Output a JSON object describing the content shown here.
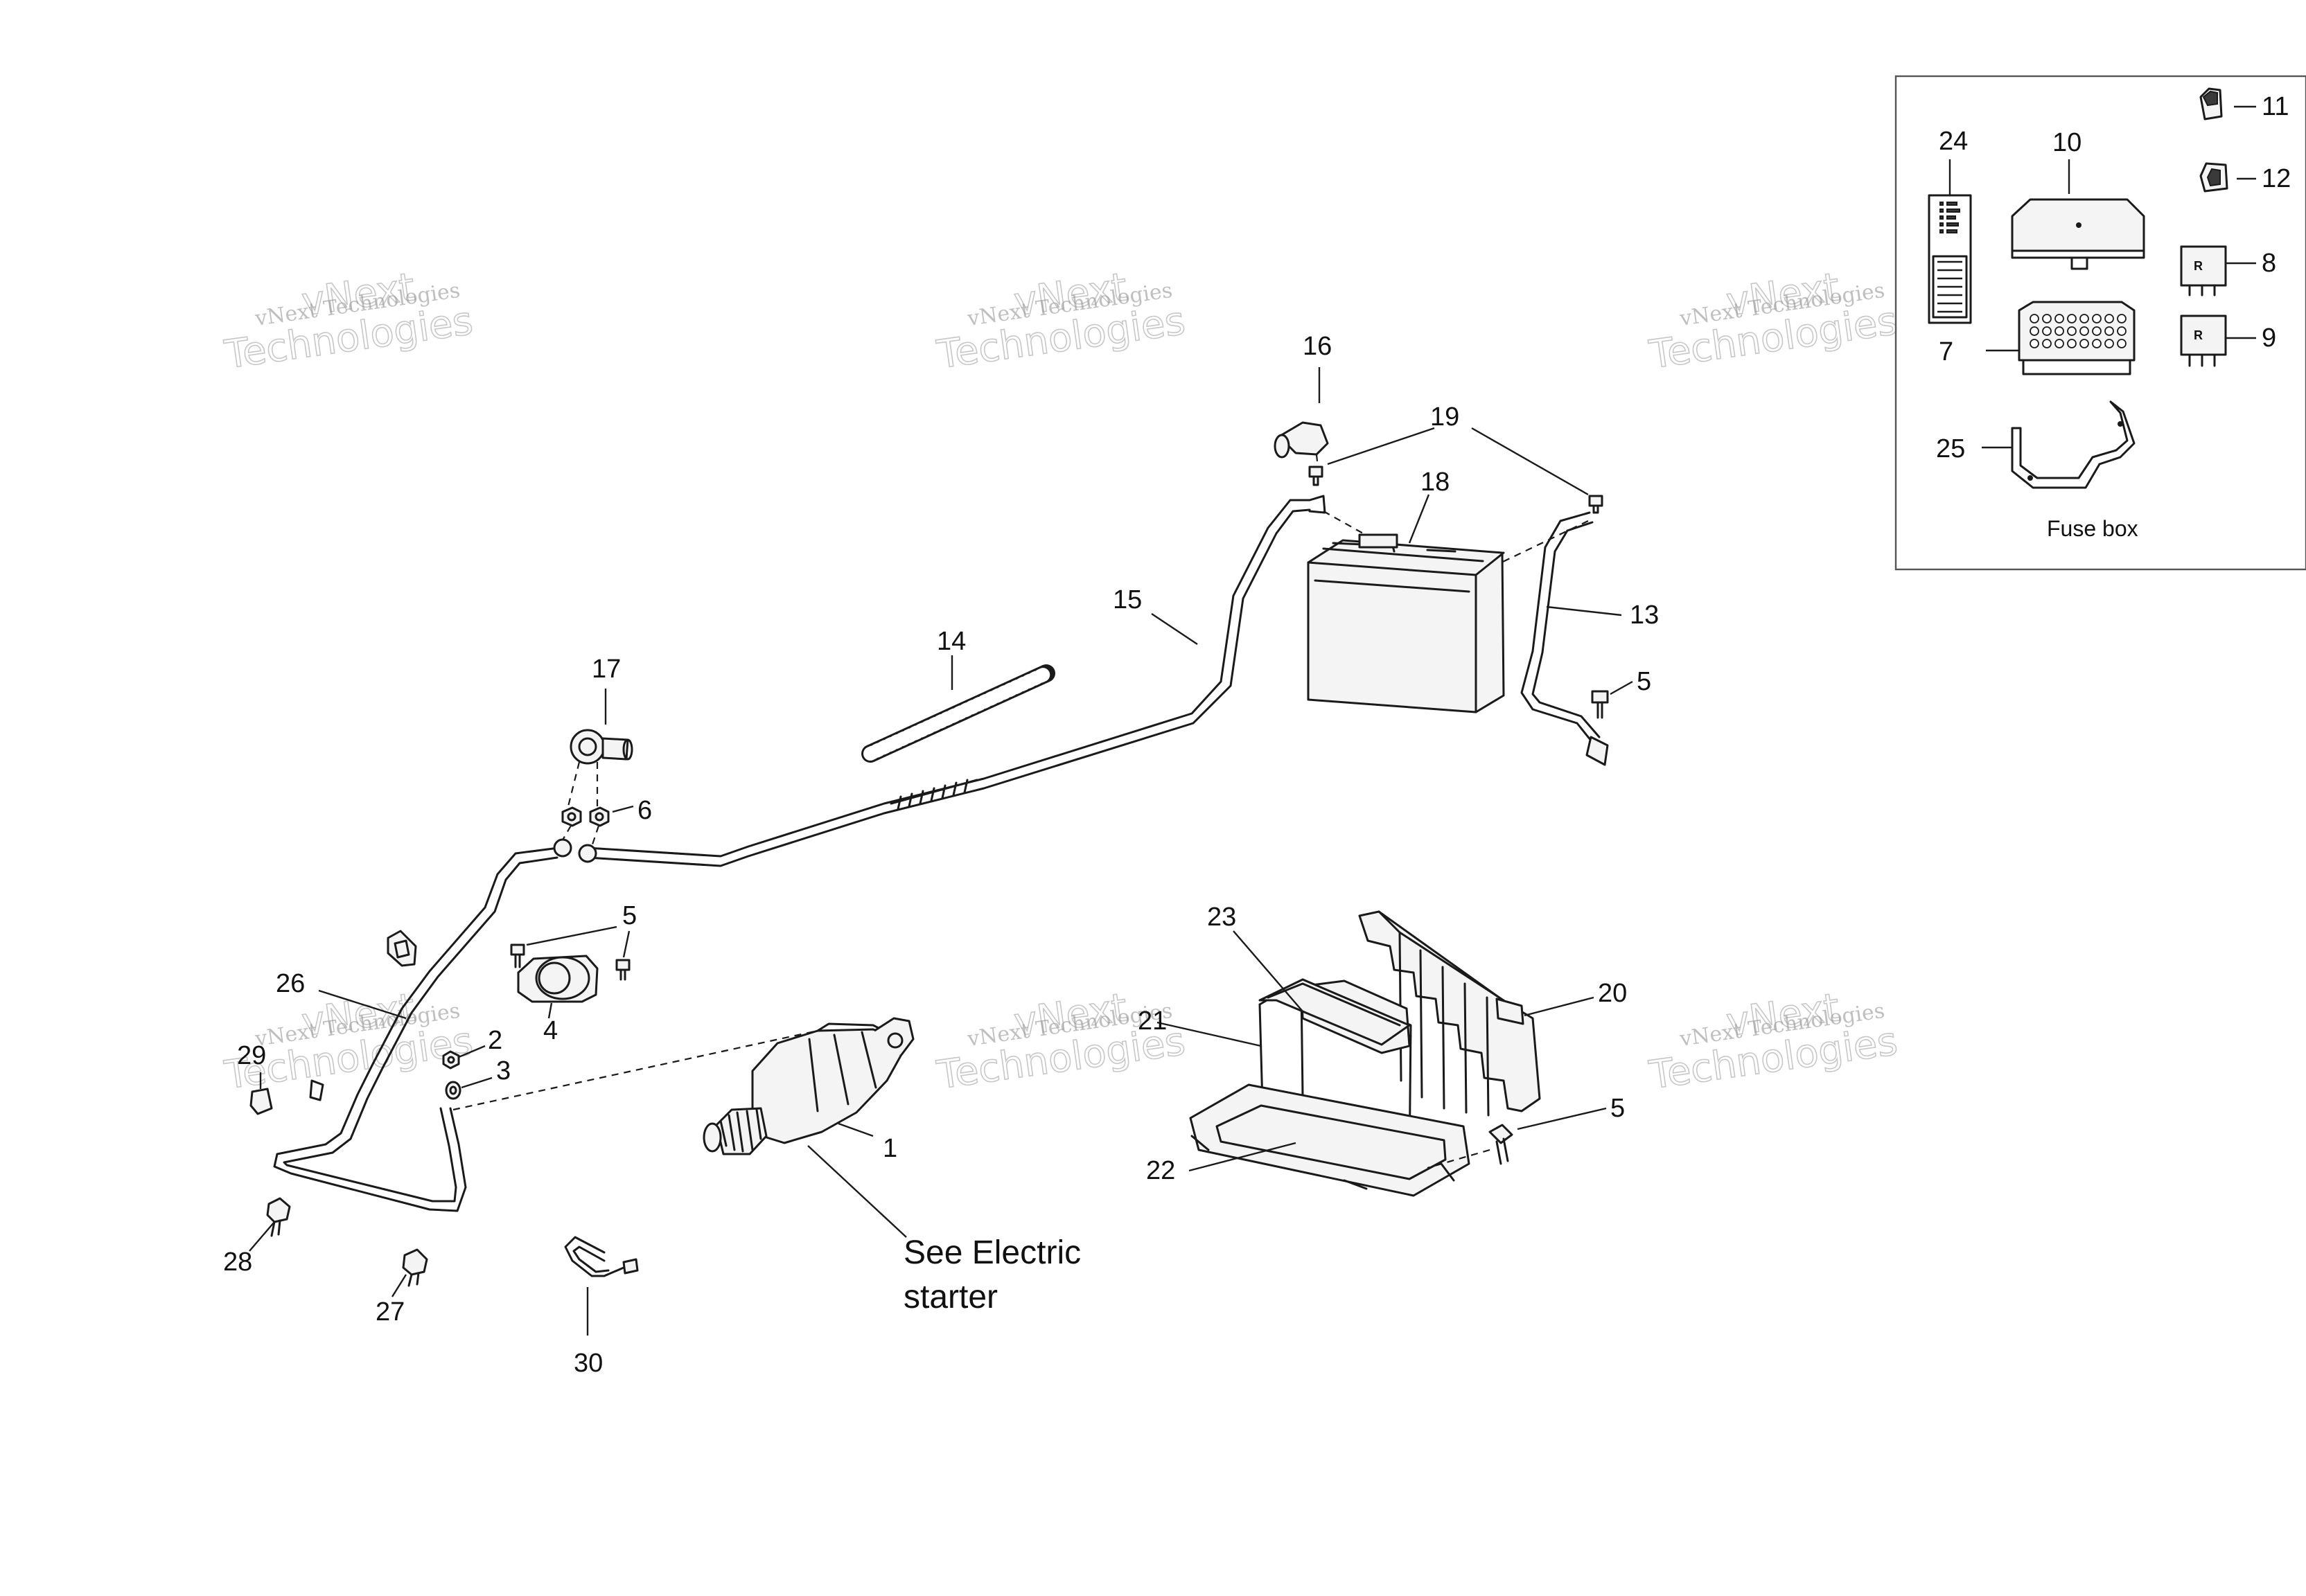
{
  "watermark": {
    "line1": "vNext Technologies",
    "line2": "vNext",
    "line3": "Technologies"
  },
  "callouts": {
    "p1": "1",
    "p2": "2",
    "p3": "3",
    "p4": "4",
    "p5a": "5",
    "p5b": "5",
    "p5c": "5",
    "p6": "6",
    "p7": "7",
    "p8": "8",
    "p9": "9",
    "p10": "10",
    "p11": "11",
    "p12": "12",
    "p13": "13",
    "p14": "14",
    "p15": "15",
    "p16": "16",
    "p17": "17",
    "p18": "18",
    "p19": "19",
    "p20": "20",
    "p21": "21",
    "p22": "22",
    "p23": "23",
    "p24": "24",
    "p25": "25",
    "p26": "26",
    "p27": "27",
    "p28": "28",
    "p29": "29",
    "p30": "30"
  },
  "notes": {
    "see_electric_line1": "See Electric",
    "see_electric_line2": "starter",
    "fuse_box": "Fuse box"
  },
  "relay_letter": "R"
}
